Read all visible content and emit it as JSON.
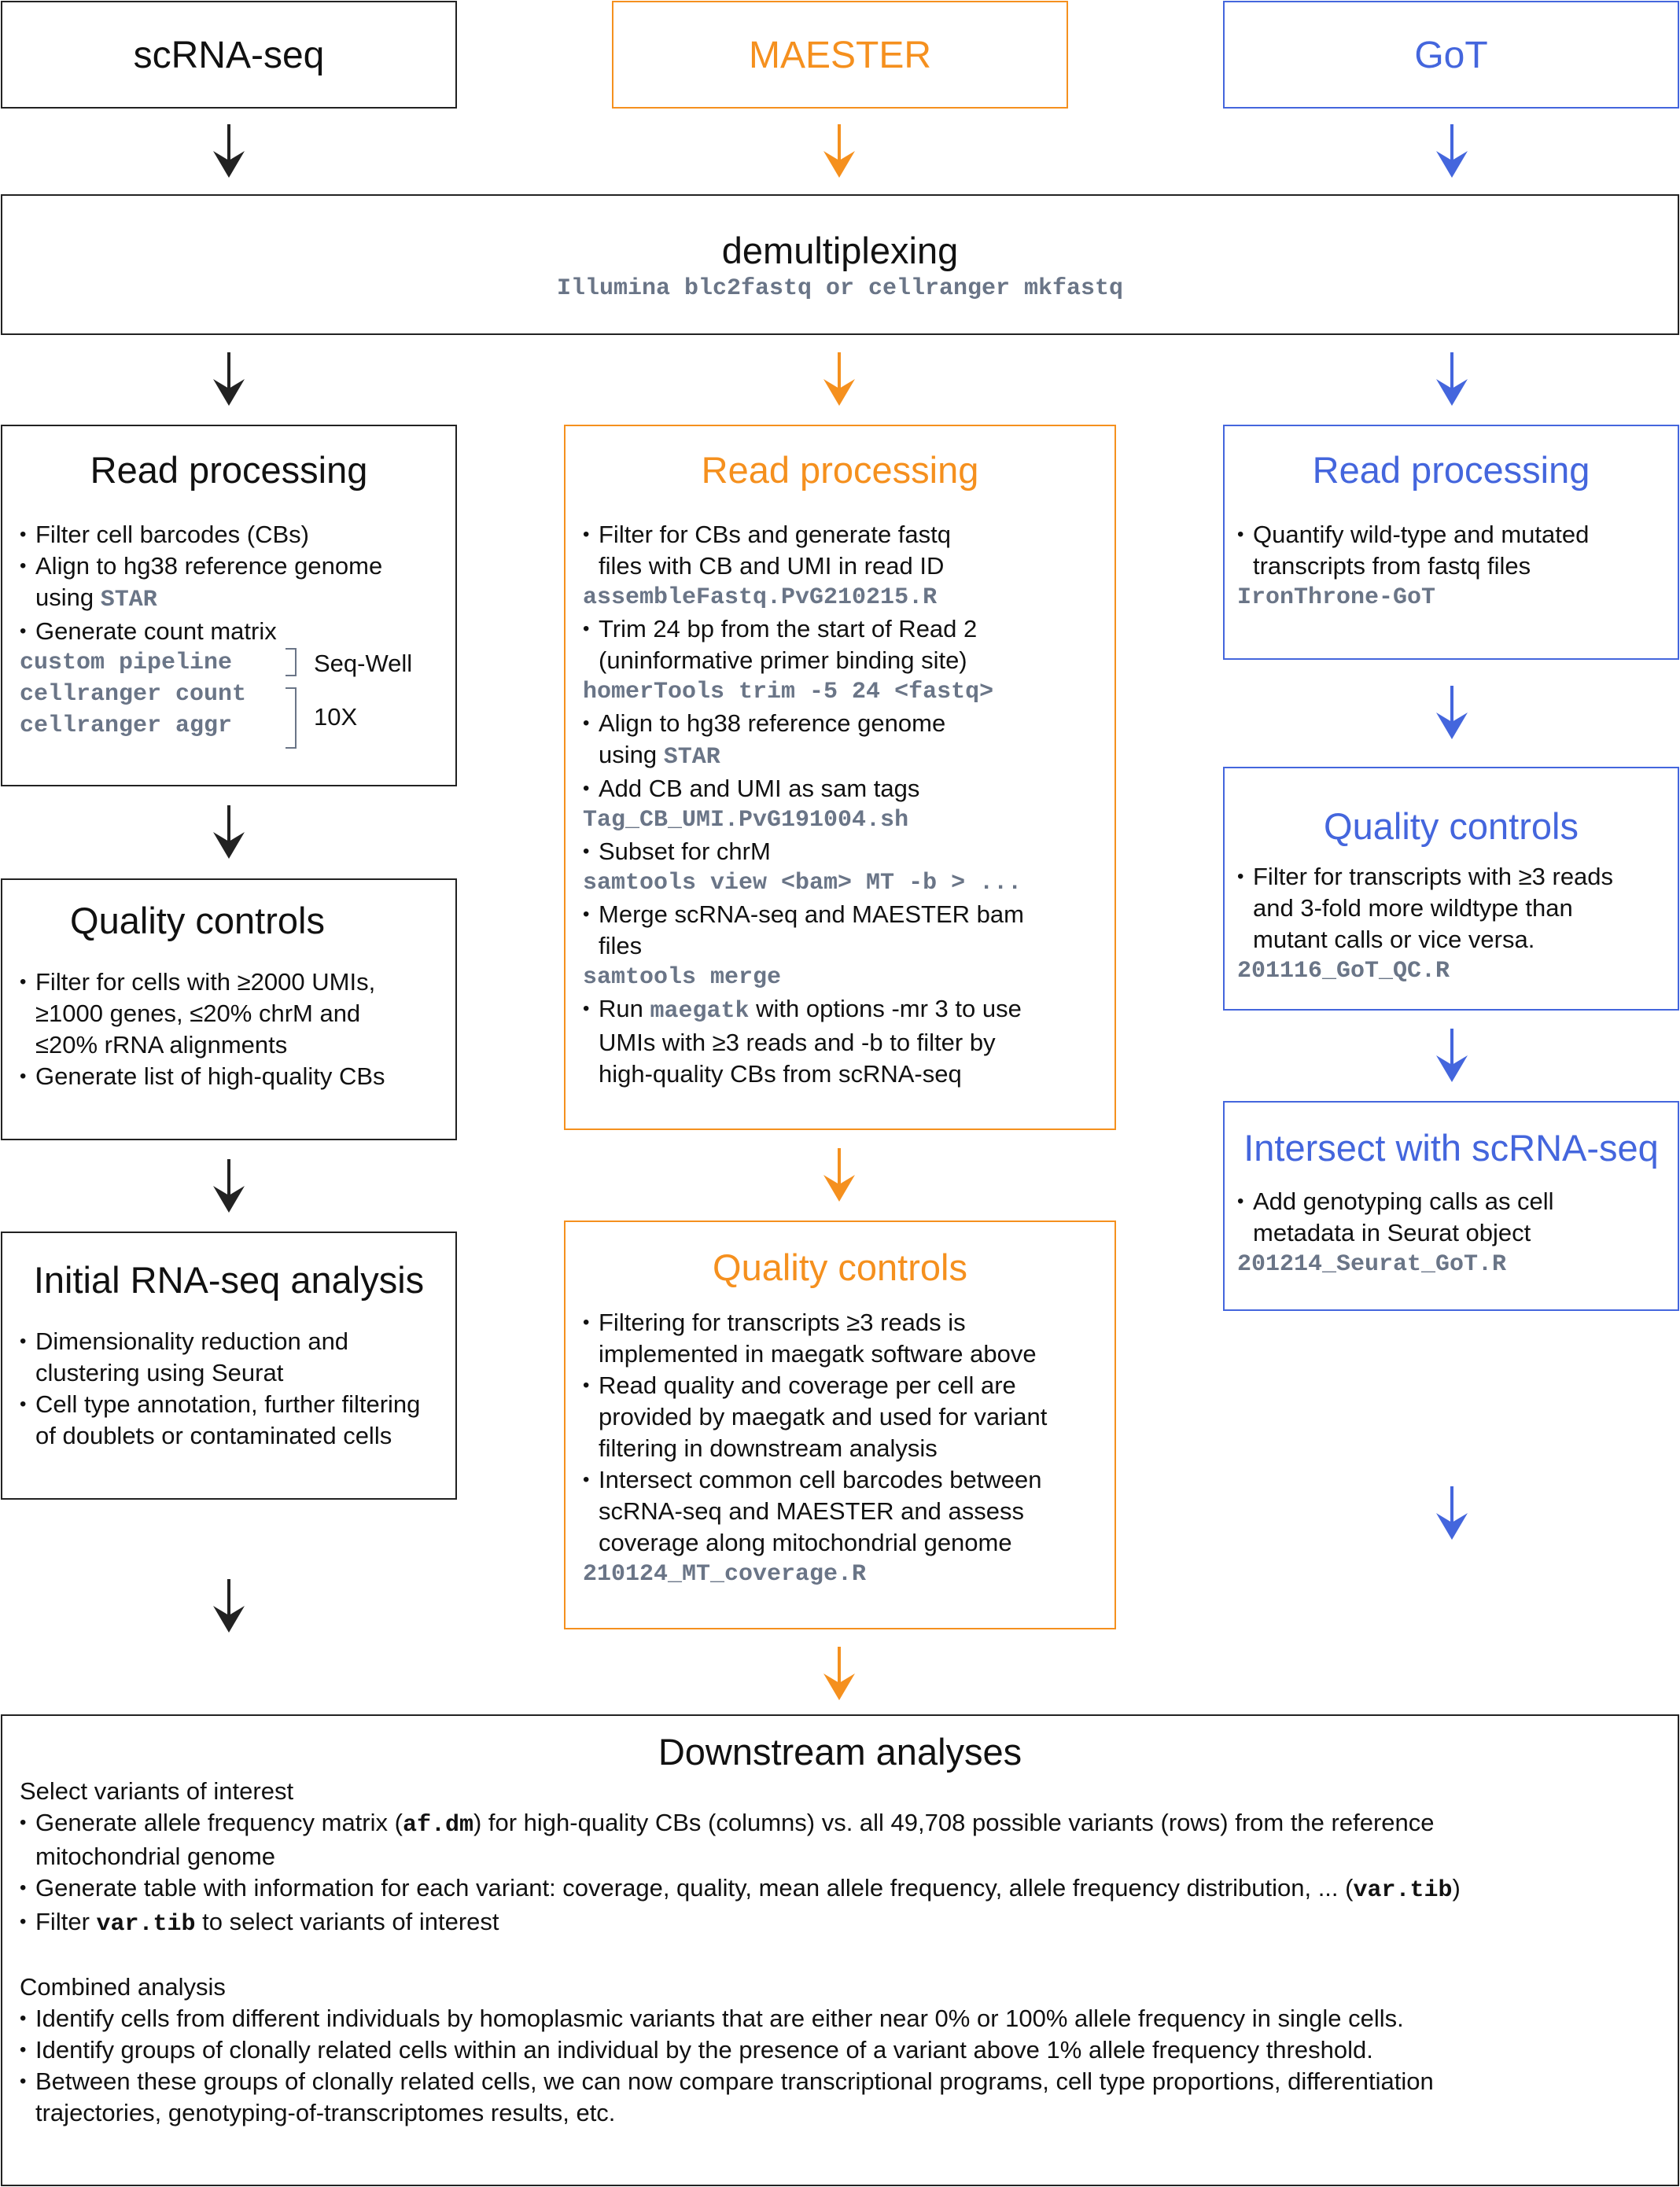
{
  "colors": {
    "black": "#222222",
    "orange": "#F5901E",
    "blue": "#4466DD",
    "code": "#6A7587"
  },
  "headers": {
    "scrna": "scRNA-seq",
    "maester": "MAESTER",
    "got": "GoT"
  },
  "demux": {
    "title": "demultiplexing",
    "code": "Illumina blc2fastq or cellranger mkfastq"
  },
  "scrna_read": {
    "title": "Read processing",
    "b1": "Filter cell barcodes (CBs)",
    "b2": "Align to hg38 reference genome",
    "b2_cont": "using",
    "b2_code": "STAR",
    "b3": "Generate count matrix",
    "code1": "custom pipeline",
    "code2": "cellranger count",
    "code3": "cellranger aggr",
    "label1": "Seq-Well",
    "label2": "10X"
  },
  "scrna_qc": {
    "title": "Quality controls",
    "b1_l1": "Filter for cells with ≥2000 UMIs,",
    "b1_l2": "≥1000 genes, ≤20% chrM and",
    "b1_l3": "≤20% rRNA alignments",
    "b2": "Generate list of high-quality CBs"
  },
  "scrna_init": {
    "title": "Initial RNA-seq analysis",
    "b1_l1": "Dimensionality reduction and",
    "b1_l2": "clustering using Seurat",
    "b2_l1": "Cell type annotation, further filtering",
    "b2_l2": "of doublets or contaminated cells"
  },
  "maester_read": {
    "title": "Read processing",
    "b1_l1": "Filter for CBs and generate fastq",
    "b1_l2": "files with CB and UMI in read ID",
    "c1": "assembleFastq.PvG210215.R",
    "b2_l1": "Trim 24 bp from the start of Read 2",
    "b2_l2": "(uninformative primer binding site)",
    "c2": "homerTools trim -5 24 <fastq>",
    "b3_l1": "Align to hg38 reference genome",
    "b3_l2": "using",
    "b3_code": "STAR",
    "b4": "Add CB and UMI as sam tags",
    "c4": "Tag_CB_UMI.PvG191004.sh",
    "b5": "Subset for chrM",
    "c5": "samtools view <bam> MT -b > ...",
    "b6_l1": "Merge scRNA-seq and MAESTER bam",
    "b6_l2": "files",
    "c6": "samtools merge",
    "b7_pre": "Run",
    "b7_code": "maegatk",
    "b7_post": "with options -mr 3 to use",
    "b7_l2": "UMIs with ≥3 reads and -b to filter by",
    "b7_l3": "high-quality CBs from scRNA-seq"
  },
  "maester_qc": {
    "title": "Quality controls",
    "b1_l1": "Filtering for transcripts ≥3 reads is",
    "b1_l2": "implemented in maegatk software above",
    "b2_l1": "Read quality and coverage per cell are",
    "b2_l2": "provided by maegatk and used for variant",
    "b2_l3": "filtering in downstream analysis",
    "b3_l1": "Intersect common cell barcodes between",
    "b3_l2": "scRNA-seq and MAESTER and assess",
    "b3_l3": "coverage along mitochondrial genome",
    "c3": "210124_MT_coverage.R"
  },
  "got_read": {
    "title": "Read processing",
    "b1_l1": "Quantify wild-type and mutated",
    "b1_l2": "transcripts from fastq files",
    "c1": "IronThrone-GoT"
  },
  "got_qc": {
    "title": "Quality controls",
    "b1_l1": "Filter for transcripts with ≥3 reads",
    "b1_l2": "and 3-fold more wildtype than",
    "b1_l3": "mutant calls or vice versa.",
    "c1": "201116_GoT_QC.R"
  },
  "got_int": {
    "title": "Intersect with scRNA-seq",
    "b1_l1": "Add genotyping calls as cell",
    "b1_l2": "metadata in Seurat object",
    "c1": "201214_Seurat_GoT.R"
  },
  "downstream": {
    "title": "Downstream analyses",
    "sec1": "Select variants of interest",
    "b1_pre": "Generate allele frequency matrix (",
    "b1_code": "af.dm",
    "b1_post": ") for high-quality CBs (columns) vs. all 49,708 possible variants (rows) from the reference",
    "b1_l2": "mitochondrial genome",
    "b2_pre": "Generate table with information for each variant: coverage, quality, mean allele frequency, allele frequency distribution, ... (",
    "b2_code": "var.tib",
    "b2_post": ")",
    "b3_pre": "Filter",
    "b3_code": "var.tib",
    "b3_post": "to select variants of interest",
    "sec2": "Combined analysis",
    "b4": "Identify cells from different individuals by homoplasmic variants that are either near 0% or 100% allele frequency in single cells.",
    "b5": "Identify groups of clonally related cells within an individual by the presence of a variant above 1% allele frequency threshold.",
    "b6_l1": "Between these groups of clonally related cells, we can now compare transcriptional programs, cell type proportions, differentiation",
    "b6_l2": "trajectories, genotyping-of-transcriptomes results, etc."
  }
}
